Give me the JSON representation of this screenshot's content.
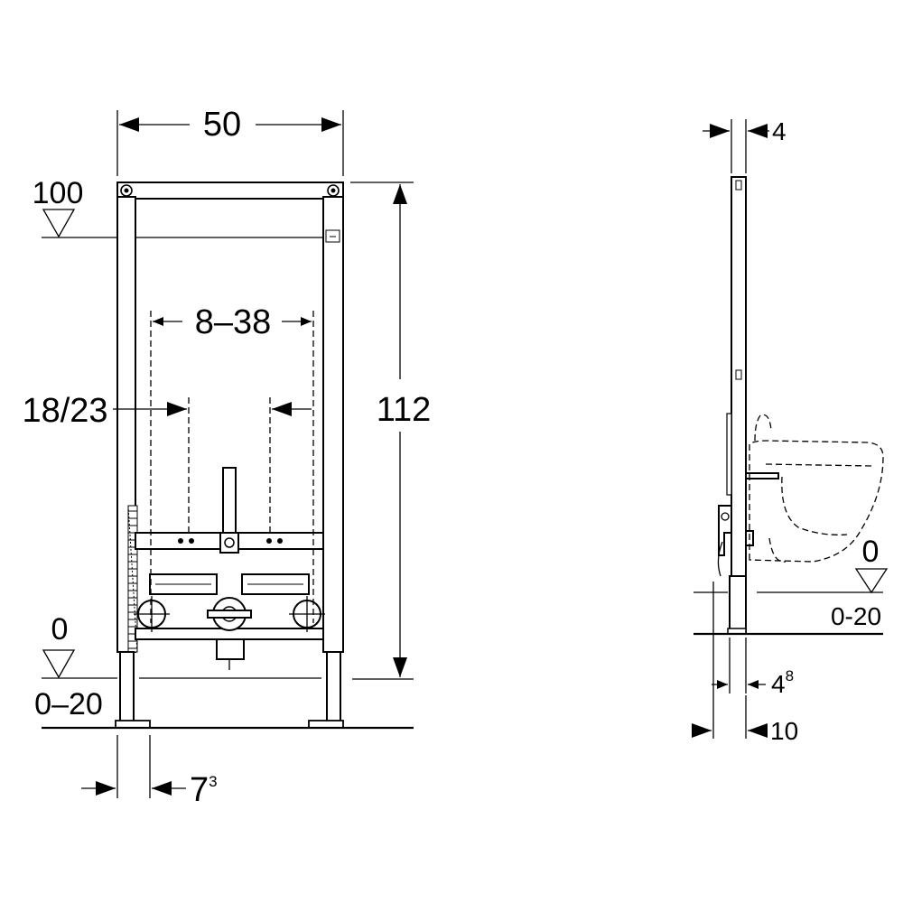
{
  "front_view": {
    "width_label": "50",
    "height_label": "112",
    "top_level_label": "100",
    "spacing_label": "8–38",
    "side_offset_label": "18/23",
    "floor_level_label": "0",
    "floor_range_label": "0–20",
    "foot_base": "7",
    "foot_sup": "3"
  },
  "side_view": {
    "depth_top_label": "4",
    "floor_level_label": "0",
    "floor_range_label": "0-20",
    "depth_mid_base": "4",
    "depth_mid_sup": "8",
    "depth_bottom_label": "10"
  }
}
